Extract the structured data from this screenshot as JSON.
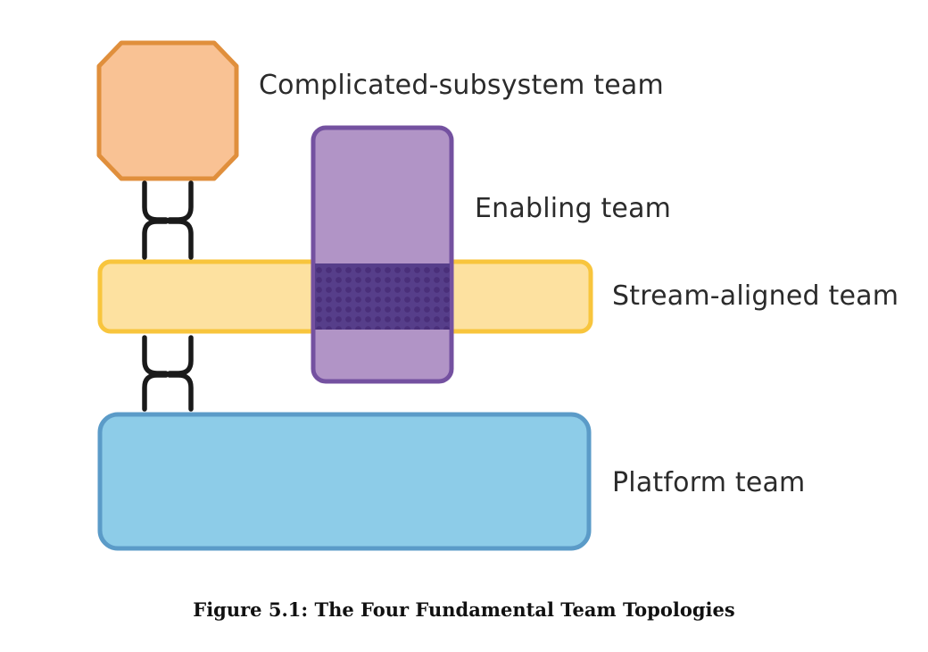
{
  "teams": {
    "complicated_subsystem": {
      "label": "Complicated-subsystem team",
      "fill": "#F9C294",
      "stroke": "#E08F3C"
    },
    "enabling": {
      "label": "Enabling team",
      "fill": "#B194C6",
      "stroke": "#7451A0"
    },
    "stream_aligned": {
      "label": "Stream-aligned team",
      "fill": "#FDE1A0",
      "stroke": "#F8C53D"
    },
    "platform": {
      "label": "Platform team",
      "fill": "#8DCCE8",
      "stroke": "#5B9BC8"
    }
  },
  "overlap_color": "#563E8A",
  "connector_color": "#1a1a1a",
  "caption": "Figure 5.1: The Four Fundamental Team Topologies"
}
